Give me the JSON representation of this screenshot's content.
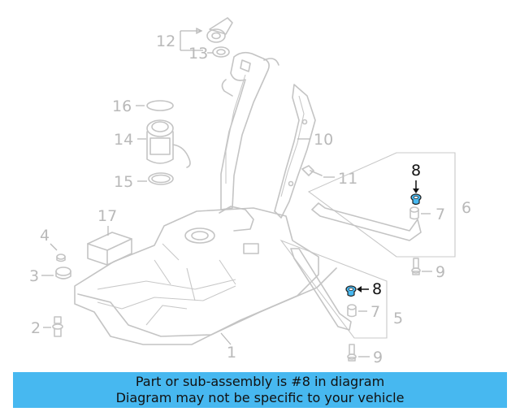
{
  "callouts": {
    "c1": "1",
    "c2": "2",
    "c3": "3",
    "c4": "4",
    "c5": "5",
    "c6": "6",
    "c7a": "7",
    "c7b": "7",
    "c8a": "8",
    "c8b": "8",
    "c9a": "9",
    "c9b": "9",
    "c10": "10",
    "c11": "11",
    "c12": "12",
    "c13": "13",
    "c14": "14",
    "c15": "15",
    "c16": "16",
    "c17": "17"
  },
  "highlight": {
    "part": "8",
    "color": "#47b8f0"
  },
  "banner": {
    "line1": "Part or sub-assembly is #8 in diagram",
    "line2": "Diagram may not be specific to your vehicle",
    "color": "#47b8f0"
  }
}
